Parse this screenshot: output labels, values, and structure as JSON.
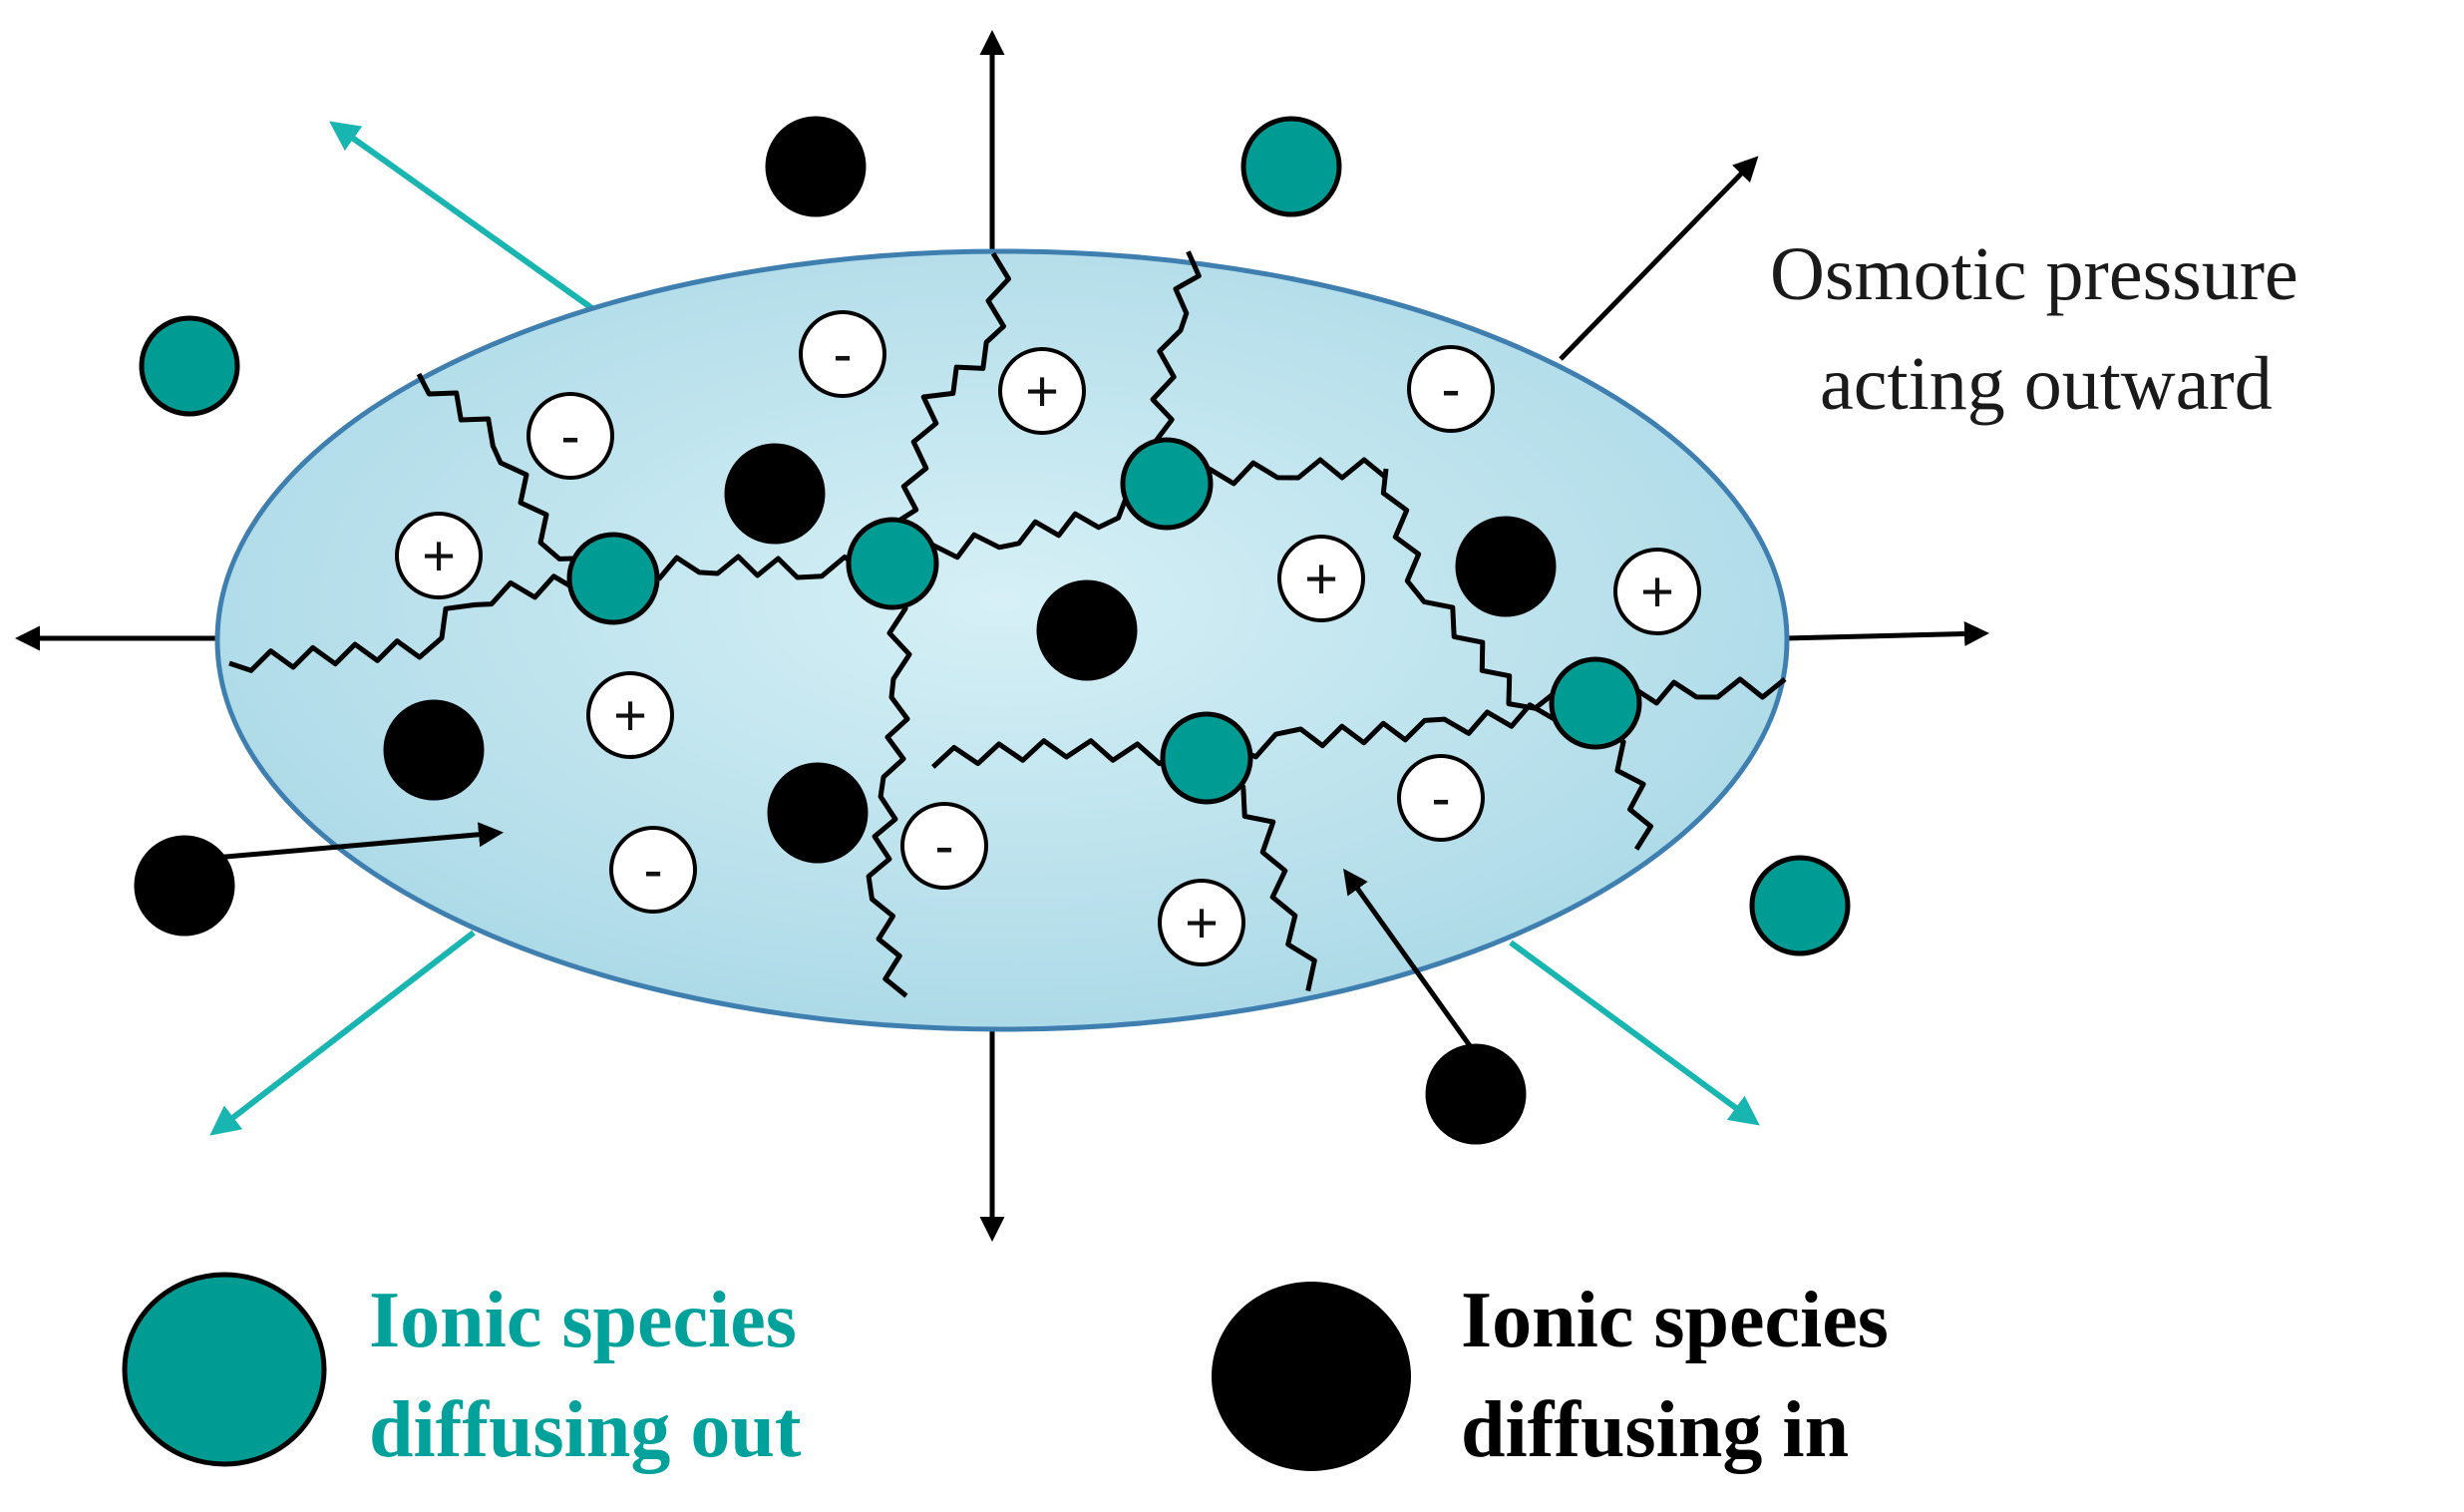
{
  "annotation": {
    "line1": "Osmotic pressure",
    "line2": "acting outward"
  },
  "legend": {
    "out_line1": "Ionic species",
    "out_line2": "diffusing out",
    "in_line1": "Ionic species",
    "in_line2": "diffusing in"
  },
  "charges": {
    "positive": "+",
    "negative": "-"
  },
  "colors": {
    "teal": "#009C94",
    "black": "#000000",
    "gel_fill": "#BFE4EE",
    "gel_stroke": "#3F7FB0",
    "arrow_teal": "#19B5B0"
  }
}
